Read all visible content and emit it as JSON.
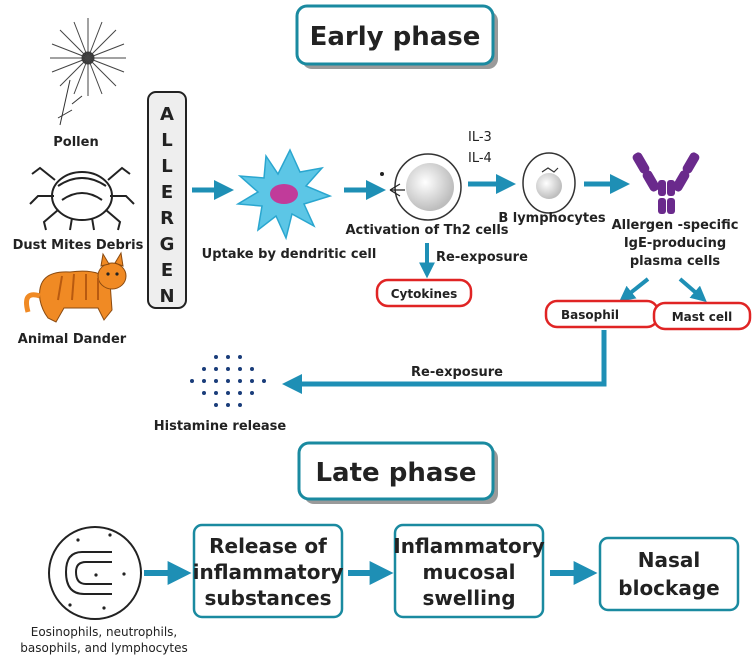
{
  "early_phase": {
    "title": "Early phase"
  },
  "late_phase": {
    "title": "Late phase"
  },
  "allergen_sources": {
    "pollen": "Pollen",
    "dust_mites": "Dust Mites Debris",
    "animal_dander": "Animal Dander"
  },
  "allergen_column": [
    "A",
    "L",
    "L",
    "E",
    "R",
    "G",
    "E",
    "N"
  ],
  "steps": {
    "uptake": "Uptake by dendritic cell",
    "th2": "Activation of Th2 cells",
    "il3": "IL-3",
    "il4": "IL-4",
    "b_lymph": "B lymphocytes",
    "plasma_1": "Allergen -specific",
    "plasma_2": "IgE-producing",
    "plasma_3": "plasma cells",
    "reexposure_1": "Re-exposure",
    "cytokines": "Cytokines",
    "basophil": "Basophil",
    "mast_cell": "Mast cell",
    "reexposure_2": "Re-exposure",
    "histamine": "Histamine release"
  },
  "late_steps": {
    "cells_1": "Eosinophils, neutrophils,",
    "cells_2": "basophils, and lymphocytes",
    "release_1": "Release of",
    "release_2": "inflammatory",
    "release_3": "substances",
    "swelling_1": "Inflammatory",
    "swelling_2": "mucosal",
    "swelling_3": "swelling",
    "blockage_1": "Nasal",
    "blockage_2": "blockage"
  },
  "colors": {
    "teal": "#1a8aa0",
    "arrow": "#1e8fb5",
    "red": "#e02424",
    "purple": "#6a2a8c",
    "cat": "#f08a24"
  }
}
